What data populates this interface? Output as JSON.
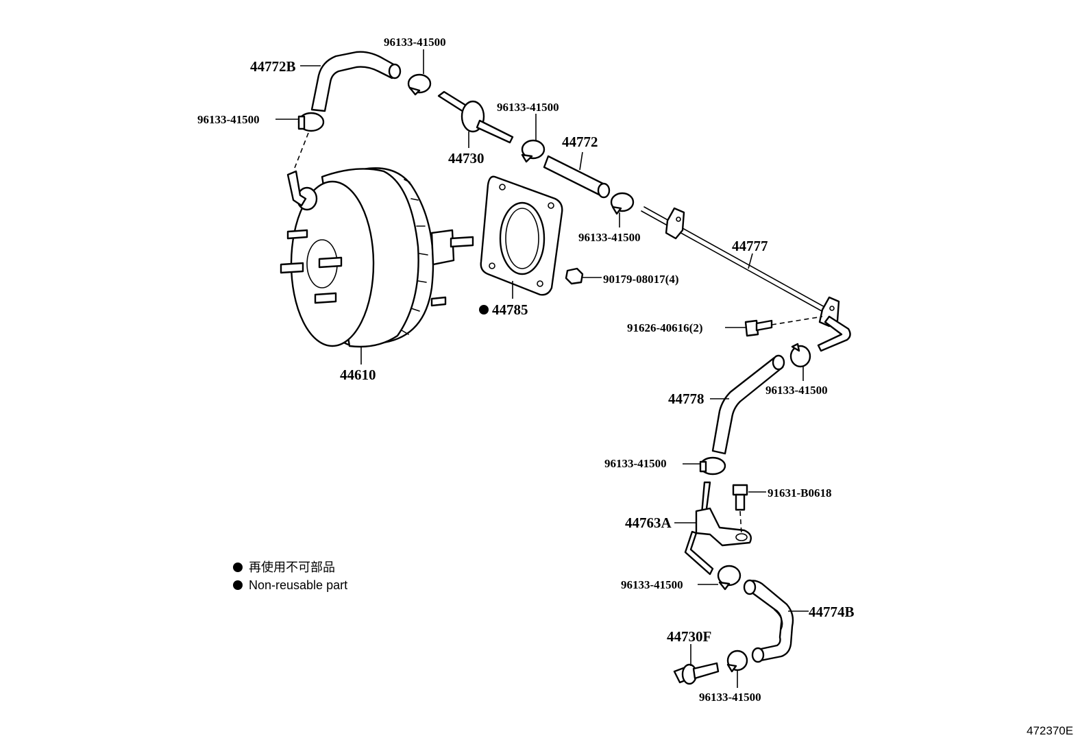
{
  "parts": {
    "p44772B": "44772B",
    "p44730": "44730",
    "p44772": "44772",
    "p44610": "44610",
    "p44785": "44785",
    "p90179": "90179-08017(4)",
    "p44777": "44777",
    "p91626": "91626-40616(2)",
    "p44778": "44778",
    "p91631": "91631-B0618",
    "p44763A": "44763A",
    "p44774B": "44774B",
    "p44730F": "44730F",
    "clip": "96133-41500"
  },
  "legend": {
    "japanese": "再使用不可部品",
    "english": "Non-reusable part"
  },
  "diagram_code": "472370E"
}
